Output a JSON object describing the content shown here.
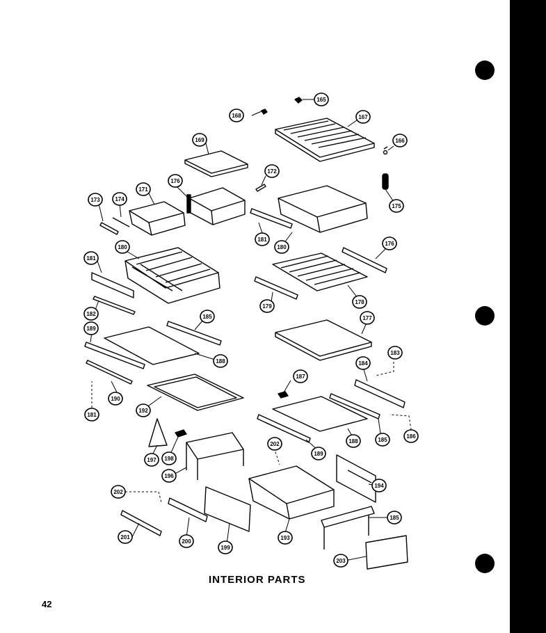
{
  "caption": "INTERIOR PARTS",
  "page_number": "42",
  "callouts": [
    {
      "id": "165",
      "label": "165"
    },
    {
      "id": "166",
      "label": "166"
    },
    {
      "id": "167",
      "label": "167"
    },
    {
      "id": "168",
      "label": "168"
    },
    {
      "id": "169",
      "label": "169"
    },
    {
      "id": "171",
      "label": "171"
    },
    {
      "id": "172",
      "label": "172"
    },
    {
      "id": "173",
      "label": "173"
    },
    {
      "id": "174",
      "label": "174"
    },
    {
      "id": "175",
      "label": "175"
    },
    {
      "id": "176a",
      "label": "176"
    },
    {
      "id": "176b",
      "label": "176"
    },
    {
      "id": "177",
      "label": "177"
    },
    {
      "id": "178",
      "label": "178"
    },
    {
      "id": "179",
      "label": "179"
    },
    {
      "id": "180a",
      "label": "180"
    },
    {
      "id": "180b",
      "label": "180"
    },
    {
      "id": "181a",
      "label": "181"
    },
    {
      "id": "181b",
      "label": "181"
    },
    {
      "id": "181c",
      "label": "181"
    },
    {
      "id": "182",
      "label": "182"
    },
    {
      "id": "183",
      "label": "183"
    },
    {
      "id": "184",
      "label": "184"
    },
    {
      "id": "185a",
      "label": "185"
    },
    {
      "id": "185b",
      "label": "185"
    },
    {
      "id": "185c",
      "label": "185"
    },
    {
      "id": "186",
      "label": "186"
    },
    {
      "id": "187",
      "label": "187"
    },
    {
      "id": "188a",
      "label": "188"
    },
    {
      "id": "188b",
      "label": "188"
    },
    {
      "id": "189a",
      "label": "189"
    },
    {
      "id": "189b",
      "label": "189"
    },
    {
      "id": "189c",
      "label": "189"
    },
    {
      "id": "190",
      "label": "190"
    },
    {
      "id": "192",
      "label": "192"
    },
    {
      "id": "193",
      "label": "193"
    },
    {
      "id": "194",
      "label": "194"
    },
    {
      "id": "196",
      "label": "196"
    },
    {
      "id": "197",
      "label": "197"
    },
    {
      "id": "198",
      "label": "198"
    },
    {
      "id": "199a",
      "label": "199"
    },
    {
      "id": "199b",
      "label": "199"
    },
    {
      "id": "200",
      "label": "200"
    },
    {
      "id": "201",
      "label": "201"
    },
    {
      "id": "202a",
      "label": "202"
    },
    {
      "id": "202b",
      "label": "202"
    },
    {
      "id": "203",
      "label": "203"
    }
  ]
}
